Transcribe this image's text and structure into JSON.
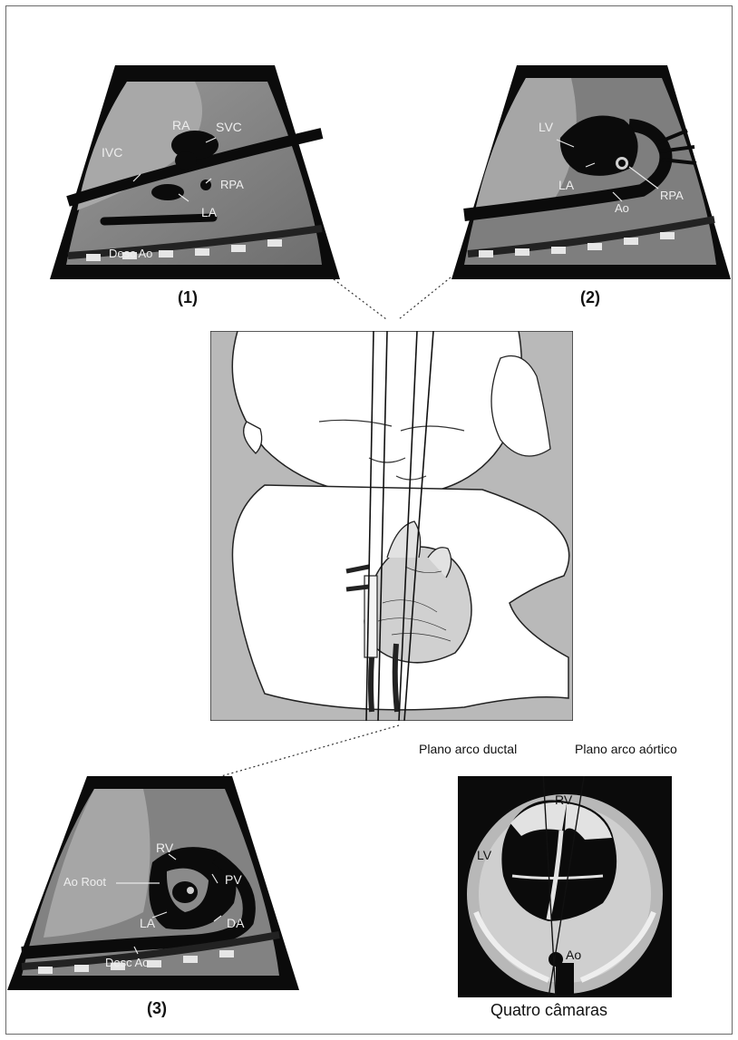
{
  "panel1": {
    "caption": "(1)",
    "labels": {
      "ra": "RA",
      "svc": "SVC",
      "ivc": "IVC",
      "rpa": "RPA",
      "la": "LA",
      "desc_ao": "Desc Ao"
    }
  },
  "panel2": {
    "caption": "(2)",
    "labels": {
      "lv": "LV",
      "la": "LA",
      "rpa": "RPA",
      "ao": "Ao"
    }
  },
  "panel3": {
    "caption": "(3)",
    "labels": {
      "rv": "RV",
      "ao_root": "Ao Root",
      "pv": "PV",
      "la": "LA",
      "da": "DA",
      "desc_ao": "Desc Ao"
    }
  },
  "panel4": {
    "plane_ductal": "Plano arco ductal",
    "plane_aortic": "Plano arco aórtico",
    "caption": "Quatro câmaras",
    "labels": {
      "rv": "RV",
      "lv": "LV",
      "ao": "Ao"
    }
  },
  "colors": {
    "frame": "#6a6a6a",
    "us_dark": "#0a0a0a",
    "us_mid": "#8a8a8a",
    "illustration_bg": "#b9b9b9"
  }
}
